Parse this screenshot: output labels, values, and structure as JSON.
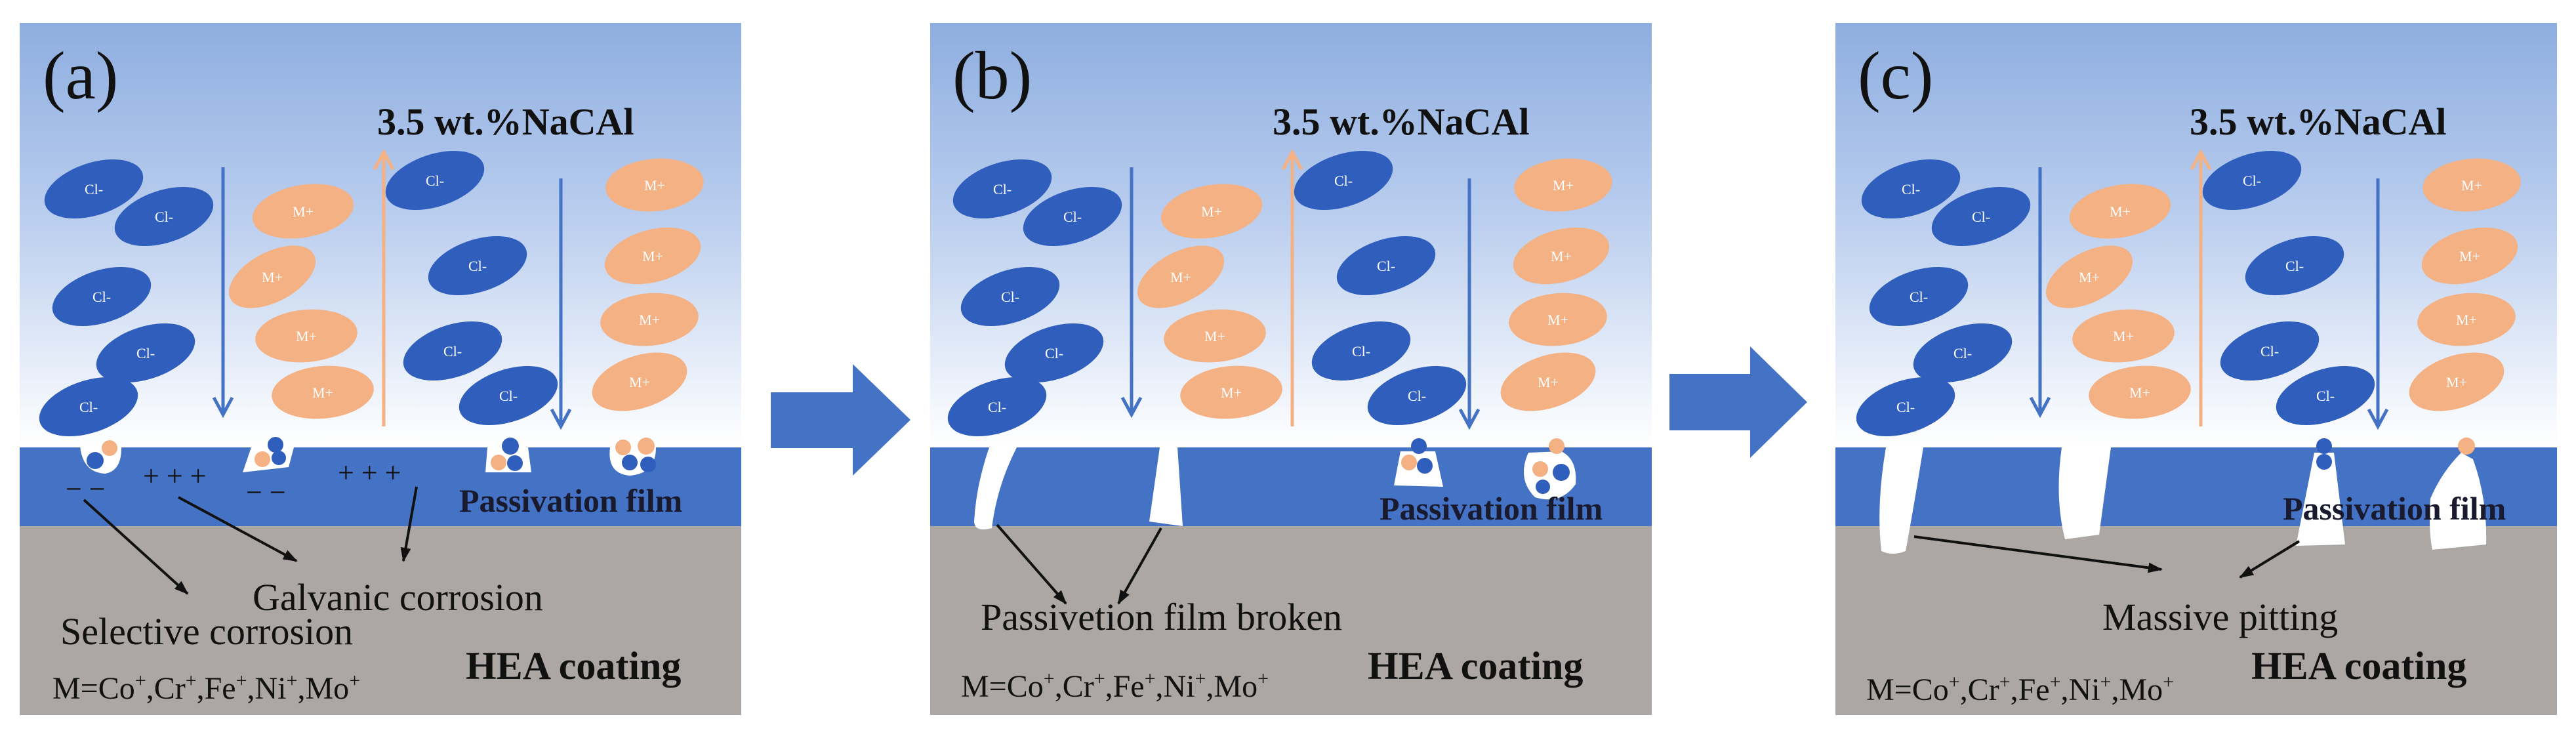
{
  "diagram": {
    "colors": {
      "solution_top": "#8eaee0",
      "solution_bottom": "#ffffff",
      "passivation_film": "#4472c4",
      "substrate": "#aca6a4",
      "cl_ion": "#2f5ebd",
      "metal_ion": "#f4b183",
      "arrow_down": "#4472c4",
      "arrow_up": "#f4b183",
      "process_arrow": "#4472c4"
    },
    "ion_labels": {
      "chloride": "Cl-",
      "metal": "M+"
    },
    "panels": [
      {
        "letter": "(a)",
        "solution_label": "3.5 wt.%NaCAl",
        "film_label": "Passivation film",
        "substrate_label": "HEA coating",
        "formula_prefix": "M=Co",
        "formula_parts": [
          ",Cr",
          ",Fe",
          ",Ni",
          ",Mo"
        ],
        "superscript": "+",
        "annotations": [
          "Galvanic corrosion",
          "Selective corrosion"
        ],
        "charges": [
          "+ + +",
          "+ + +",
          "− −",
          "− −"
        ]
      },
      {
        "letter": "(b)",
        "solution_label": "3.5 wt.%NaCAl",
        "film_label": "Passivation film",
        "substrate_label": "HEA coating",
        "formula_prefix": "M=Co",
        "formula_parts": [
          ",Cr",
          ",Fe",
          ",Ni",
          ",Mo"
        ],
        "superscript": "+",
        "annotations": [
          "Passivetion film broken"
        ]
      },
      {
        "letter": "(c)",
        "solution_label": "3.5 wt.%NaCAl",
        "film_label": "Passivation film",
        "substrate_label": "HEA coating",
        "formula_prefix": "M=Co",
        "formula_parts": [
          ",Cr",
          ",Fe",
          ",Ni",
          ",Mo"
        ],
        "superscript": "+",
        "annotations": [
          "Massive pitting"
        ]
      }
    ]
  }
}
